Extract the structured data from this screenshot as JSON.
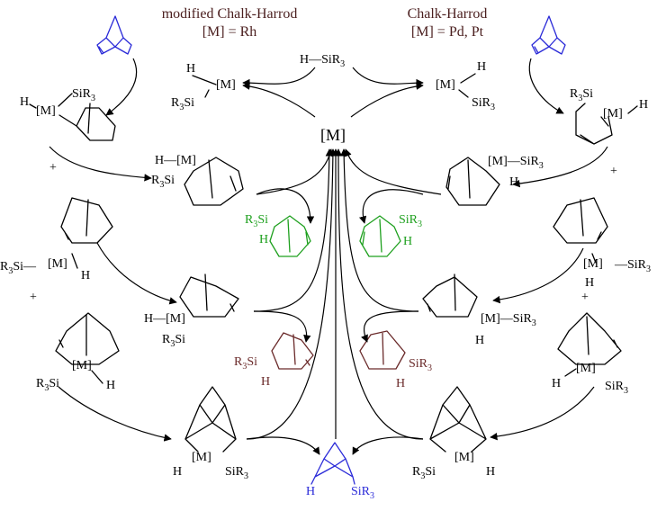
{
  "titles": {
    "left_line1": "modified Chalk-Harrod",
    "left_line2": "[M] = Rh",
    "right_line1": "Chalk-Harrod",
    "right_line2": "[M] = Pd, Pt"
  },
  "center_catalyst": "[M]",
  "silane": "H—SiR",
  "labels": {
    "M": "[M]",
    "H": "H",
    "R3Si": "R",
    "SiR3": "SiR",
    "sub3": "3",
    "plus": "+",
    "dash": "—"
  },
  "colors": {
    "reagent_blue": "#2a2ad8",
    "product_green": "#1ea01e",
    "product_brown": "#6a2a2a",
    "title_brown": "#4a1e1e"
  }
}
